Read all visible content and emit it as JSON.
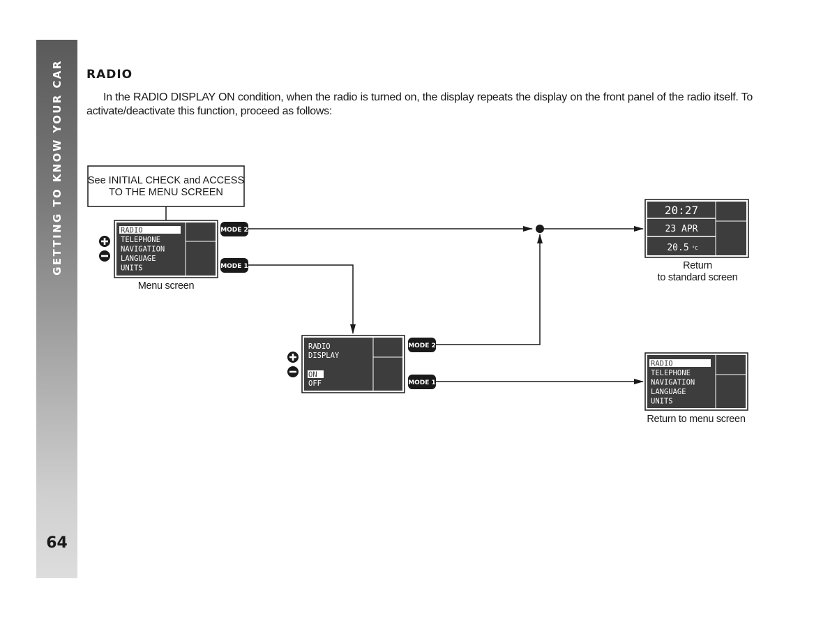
{
  "sidebar": {
    "section_title": "GETTING TO KNOW YOUR CAR",
    "page_number": "64"
  },
  "heading": "RADIO",
  "paragraph": "In the RADIO DISPLAY ON condition, when the radio is turned on, the display repeats the display on the front panel of the radio itself. To activate/deactivate this function, proceed as follows:",
  "start_box": {
    "line1": "See INITIAL CHECK and ACCESS",
    "line2": "TO THE MENU SCREEN"
  },
  "menu_screen": {
    "items": [
      "RADIO",
      "TELEPHONE",
      "NAVIGATION",
      "LANGUAGE",
      "UNITS"
    ],
    "selected": "RADIO",
    "caption": "Menu screen"
  },
  "radio_display_screen": {
    "title_line1": "RADIO",
    "title_line2": "DISPLAY",
    "options": [
      "ON",
      "OFF"
    ],
    "selected": "ON"
  },
  "standard_screen": {
    "time": "20:27",
    "date": "23 APR",
    "temperature": "20.5",
    "temperature_unit": "°C",
    "caption_line1": "Return",
    "caption_line2": "to standard screen"
  },
  "return_menu_screen": {
    "items": [
      "RADIO",
      "TELEPHONE",
      "NAVIGATION",
      "LANGUAGE",
      "UNITS"
    ],
    "selected": "RADIO",
    "caption": "Return to menu screen"
  },
  "buttons": {
    "mode1": "MODE 1",
    "mode2": "MODE 2",
    "plus": "+",
    "minus": "−"
  }
}
